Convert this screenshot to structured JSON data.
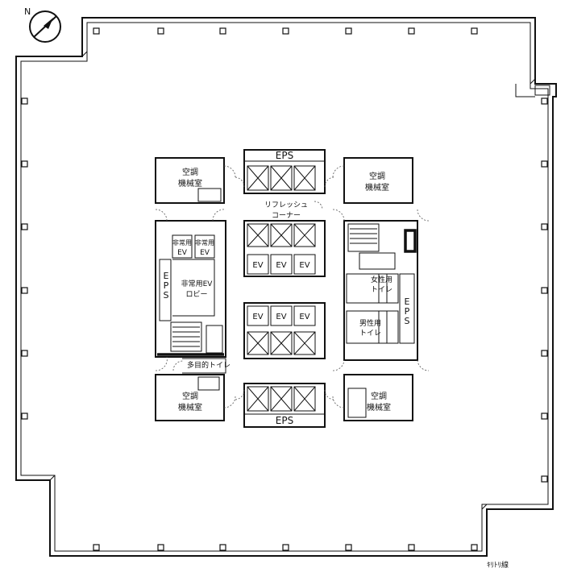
{
  "plan": {
    "compass_label": "N",
    "eps_top": "EPS",
    "eps_bottom": "EPS",
    "eps_left": "EPS",
    "eps_right": "EPS",
    "ahu_top_left": [
      "空調",
      "機械室"
    ],
    "ahu_top_right": [
      "空調",
      "機械室"
    ],
    "ahu_bottom_left": [
      "空調",
      "機械室"
    ],
    "ahu_bottom_right": [
      "空調",
      "機械室"
    ],
    "refresh_corner": [
      "リフレッシュ",
      "コーナー"
    ],
    "emergency_ev_1": [
      "非常用",
      "EV"
    ],
    "emergency_ev_2": [
      "非常用",
      "EV"
    ],
    "emergency_lobby": [
      "非常用EV",
      "ロビー"
    ],
    "elevator": "EV",
    "womens_toilet": [
      "女性用",
      "トイレ"
    ],
    "mens_toilet": [
      "男性用",
      "トイレ"
    ],
    "multipurpose_toilet": "多目的トイレ",
    "bottom_right_note": "ｷﾘﾄﾘ線"
  }
}
